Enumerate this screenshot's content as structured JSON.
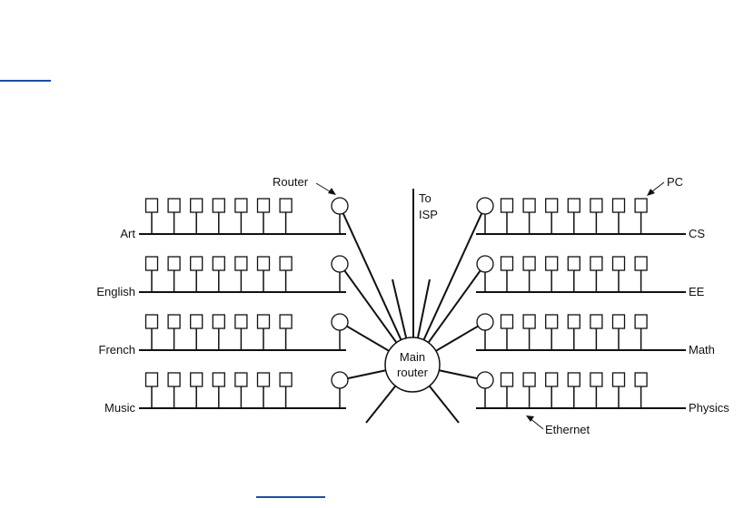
{
  "links": {
    "top": "",
    "bottom": ""
  },
  "colors": {
    "line": "#111111",
    "link": "#1a4fa0",
    "background": "#ffffff"
  },
  "diagram": {
    "isp_label": [
      "To",
      "ISP"
    ],
    "main_router_label": [
      "Main",
      "router"
    ],
    "callouts": {
      "router": "Router",
      "pc": "PC",
      "ethernet": "Ethernet"
    },
    "departments_left": [
      "Art",
      "English",
      "French",
      "Music"
    ],
    "departments_right": [
      "CS",
      "EE",
      "Math",
      "Physics"
    ],
    "pcs_per_department": 7
  }
}
